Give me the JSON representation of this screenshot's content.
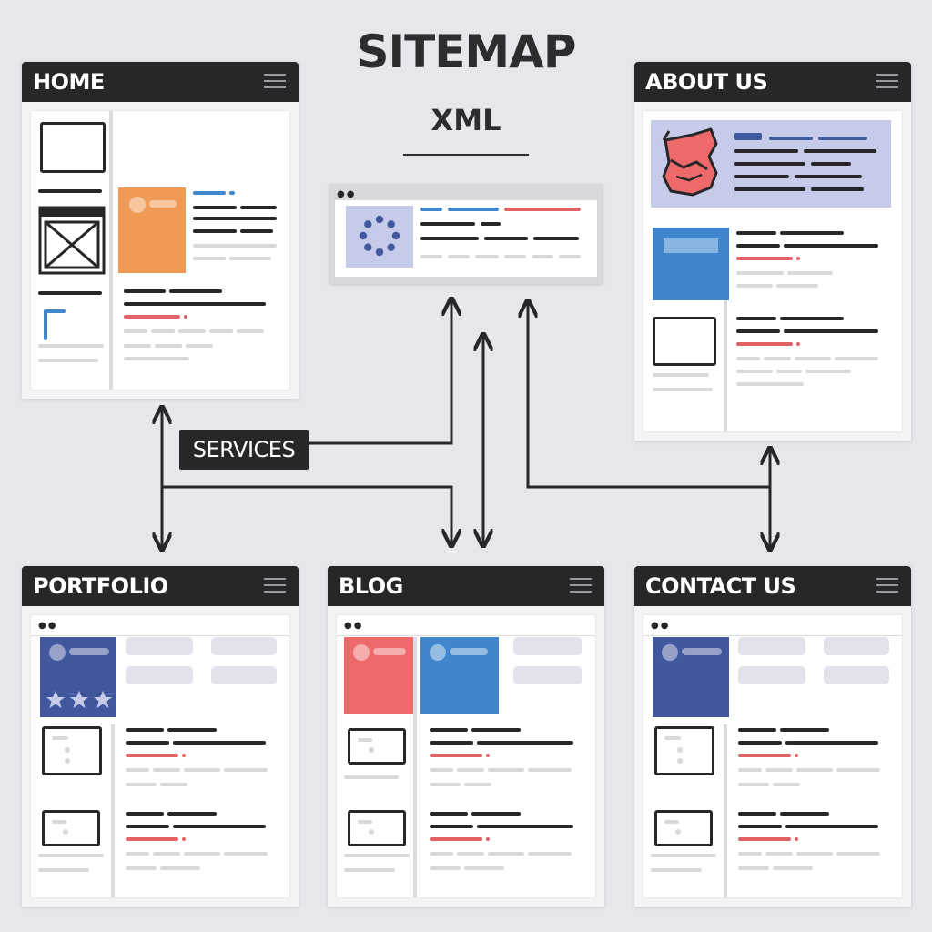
{
  "diagram": {
    "title": "SITEMAP",
    "subtitle": "XML",
    "connector_label": "SERVICES"
  },
  "pages": {
    "home": {
      "label": "HOME"
    },
    "about": {
      "label": "ABOUT US"
    },
    "portfolio": {
      "label": "PORTFOLIO"
    },
    "blog": {
      "label": "BLOG"
    },
    "contact": {
      "label": "CONTACT US"
    }
  },
  "colors": {
    "header": "#27272a",
    "background": "#e6e7ec",
    "accent_orange": "#ef9a55",
    "accent_blue": "#3f86cc",
    "accent_navy": "#41579e",
    "accent_red": "#ee6a6a",
    "link_red": "#e06466"
  },
  "icons": {
    "menu": "hamburger-menu-icon",
    "image_placeholder": "image-placeholder-icon",
    "loading": "loading-spinner-icon",
    "star": "star-icon",
    "mascot": "red-mascot-illustration"
  }
}
